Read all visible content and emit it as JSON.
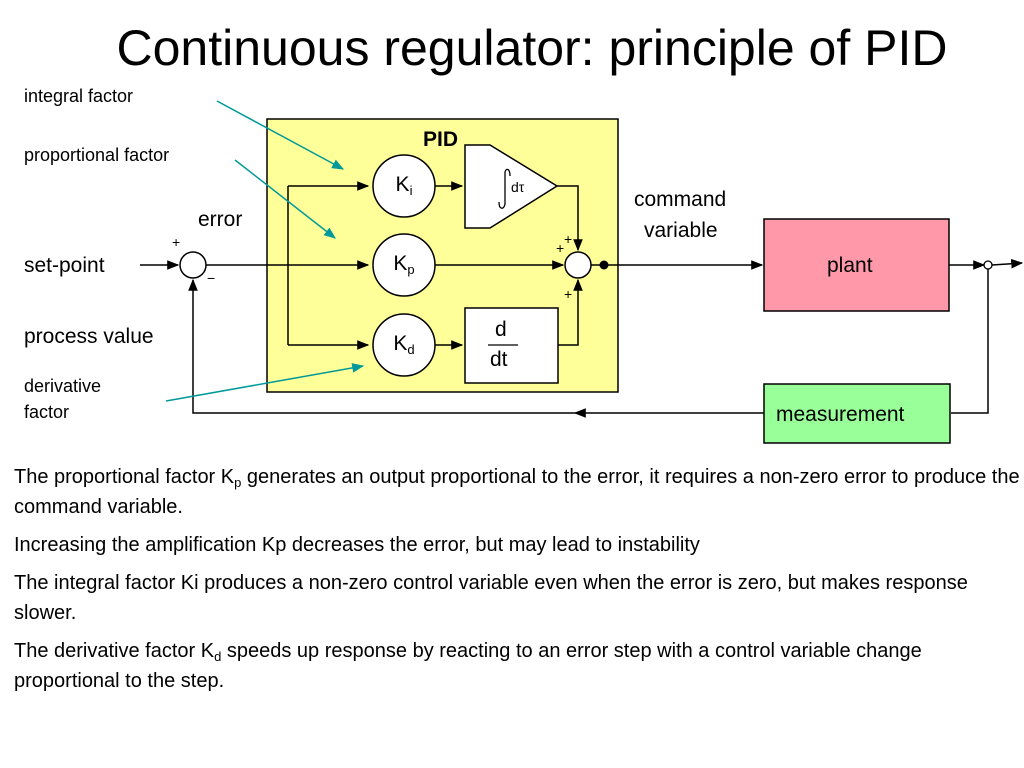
{
  "title": "Continuous regulator: principle of PID",
  "labels": {
    "integral_factor": "integral factor",
    "proportional_factor": "proportional factor",
    "error": "error",
    "set_point": "set-point",
    "process_value": "process value",
    "derivative_factor_line1": "derivative",
    "derivative_factor_line2": "factor",
    "pid": "PID",
    "command_variable_line1": "command",
    "command_variable_line2": "variable",
    "plant": "plant",
    "measurement": "measurement",
    "plus": "+",
    "minus": "−"
  },
  "gains": {
    "ki_main": "K",
    "ki_sub": "i",
    "kp_main": "K",
    "kp_sub": "p",
    "kd_main": "K",
    "kd_sub": "d"
  },
  "integrator": {
    "d": "d",
    "tau": "τ"
  },
  "differentiator": {
    "numerator": "d",
    "denominator": "dt"
  },
  "paragraphs": {
    "p1_a": "The proportional factor K",
    "p1_sub": "p",
    "p1_b": " generates an output proportional to the error, it requires a non-zero error to produce the command variable.",
    "p2": "Increasing the amplification Kp decreases the error, but may lead to instability",
    "p3": "The integral factor Ki produces a non-zero control variable even when the error is zero, but makes response slower.",
    "p4_a": "The derivative factor K",
    "p4_sub": "d",
    "p4_b": " speeds up response by reacting to an error step with a control variable change proportional to the step."
  },
  "colors": {
    "pid_box": "#ffff99",
    "plant_box": "#ff99aa",
    "measurement_box": "#99ff99",
    "pointer_arrows": "#009999"
  }
}
